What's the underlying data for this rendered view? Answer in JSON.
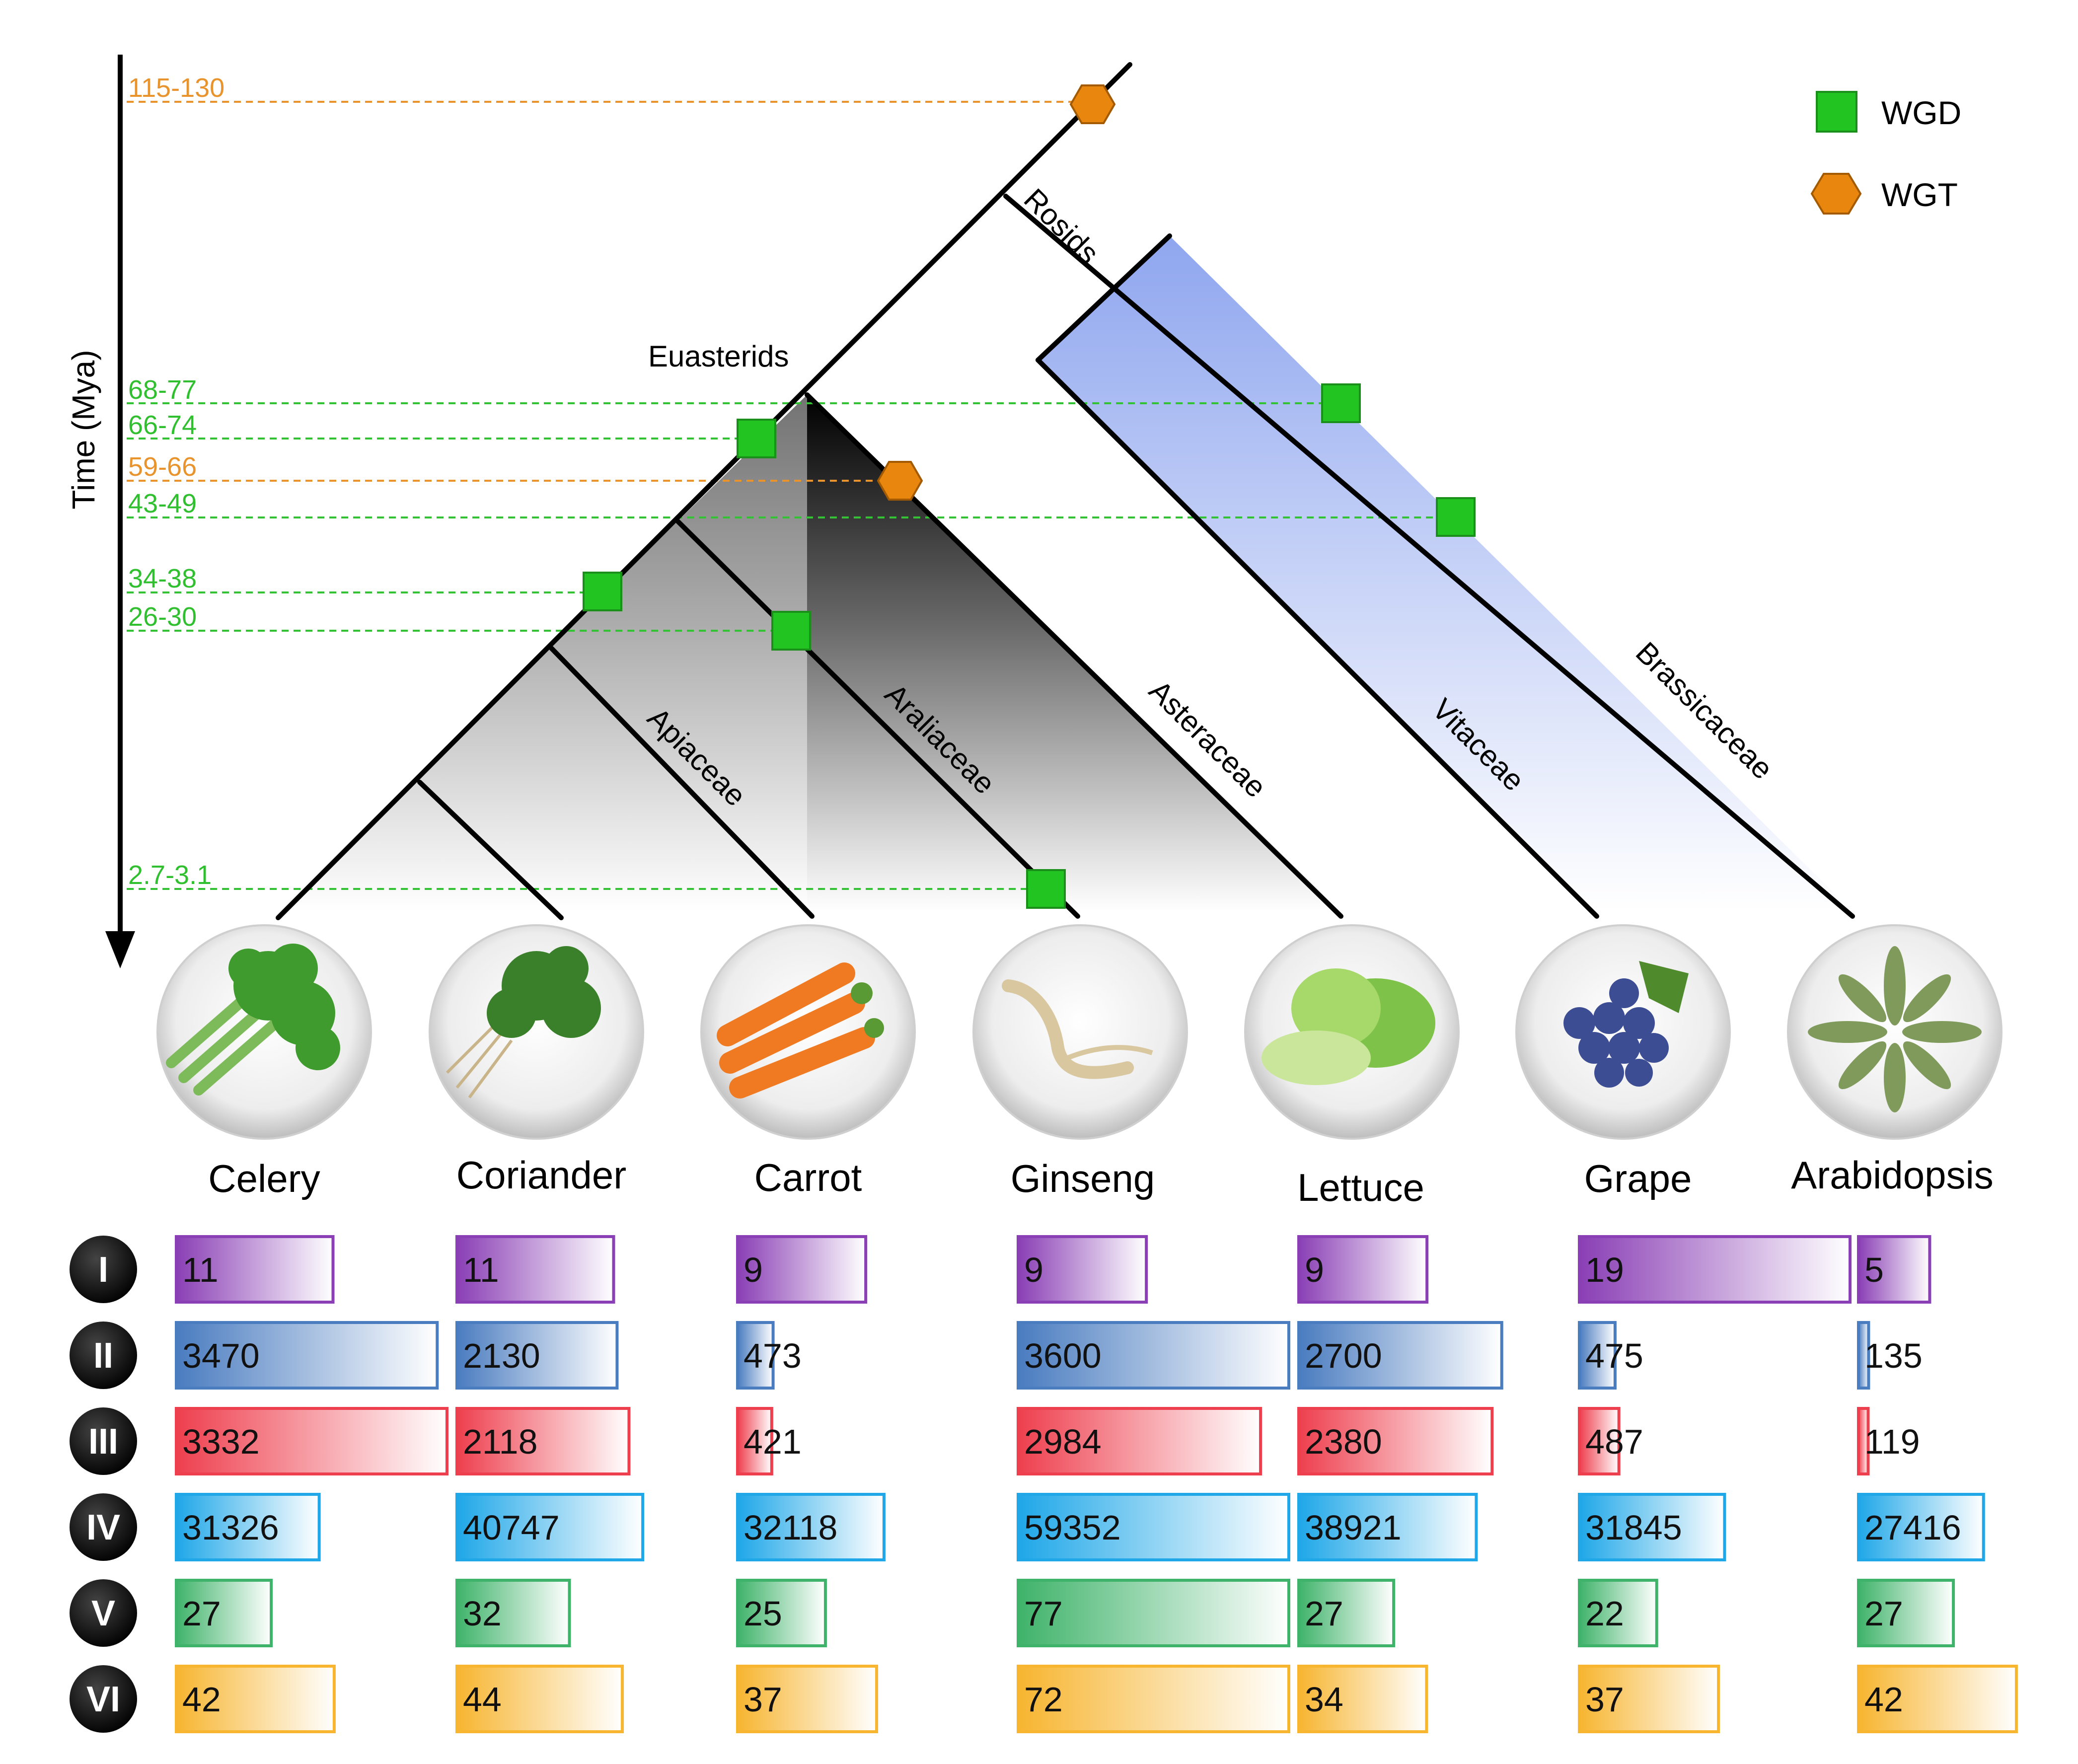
{
  "axis": {
    "label": "Time (Mya)",
    "ticks": [
      {
        "label": "115-130",
        "color": "#e8932c"
      },
      {
        "label": "68-77",
        "color": "#2fbf2f"
      },
      {
        "label": "66-74",
        "color": "#2fbf2f"
      },
      {
        "label": "59-66",
        "color": "#e8932c"
      },
      {
        "label": "43-49",
        "color": "#2fbf2f"
      },
      {
        "label": "34-38",
        "color": "#2fbf2f"
      },
      {
        "label": "26-30",
        "color": "#2fbf2f"
      },
      {
        "label": "2.7-3.1",
        "color": "#2fbf2f"
      }
    ]
  },
  "legend": {
    "wgd": {
      "label": "WGD",
      "color": "#22c422"
    },
    "wgt": {
      "label": "WGT",
      "color": "#e8860e"
    }
  },
  "clades": {
    "euasterids": "Euasterids",
    "rosids": "Rosids",
    "apiaceae": "Apiaceae",
    "araliaceae": "Araliaceae",
    "asteraceae": "Asteraceae",
    "vitaceae": "Vitaceae",
    "brassicaceae": "Brassicaceae"
  },
  "species": [
    {
      "name": "Celery",
      "icon": "celery-icon"
    },
    {
      "name": "Coriander",
      "icon": "coriander-icon"
    },
    {
      "name": "Carrot",
      "icon": "carrot-icon"
    },
    {
      "name": "Ginseng",
      "icon": "ginseng-icon"
    },
    {
      "name": "Lettuce",
      "icon": "lettuce-icon"
    },
    {
      "name": "Grape",
      "icon": "grape-icon"
    },
    {
      "name": "Arabidopsis",
      "icon": "arabidopsis-icon"
    }
  ],
  "chart_data": {
    "type": "bar",
    "categories": [
      "Celery",
      "Coriander",
      "Carrot",
      "Ginseng",
      "Lettuce",
      "Grape",
      "Arabidopsis"
    ],
    "series": [
      {
        "name": "I",
        "color": "#8a3fb5",
        "values": [
          11,
          11,
          9,
          9,
          9,
          19,
          5
        ]
      },
      {
        "name": "II",
        "color": "#4a7cc0",
        "values": [
          3470,
          2130,
          473,
          3600,
          2700,
          475,
          135
        ]
      },
      {
        "name": "III",
        "color": "#ee3f4e",
        "values": [
          3332,
          2118,
          421,
          2984,
          2380,
          487,
          119
        ]
      },
      {
        "name": "IV",
        "color": "#1fa7e8",
        "values": [
          31326,
          40747,
          32118,
          59352,
          38921,
          31845,
          27416
        ]
      },
      {
        "name": "V",
        "color": "#3fb36a",
        "values": [
          27,
          32,
          25,
          77,
          27,
          22,
          27
        ]
      },
      {
        "name": "VI",
        "color": "#f7b530",
        "values": [
          42,
          44,
          37,
          72,
          34,
          37,
          42
        ]
      }
    ]
  }
}
